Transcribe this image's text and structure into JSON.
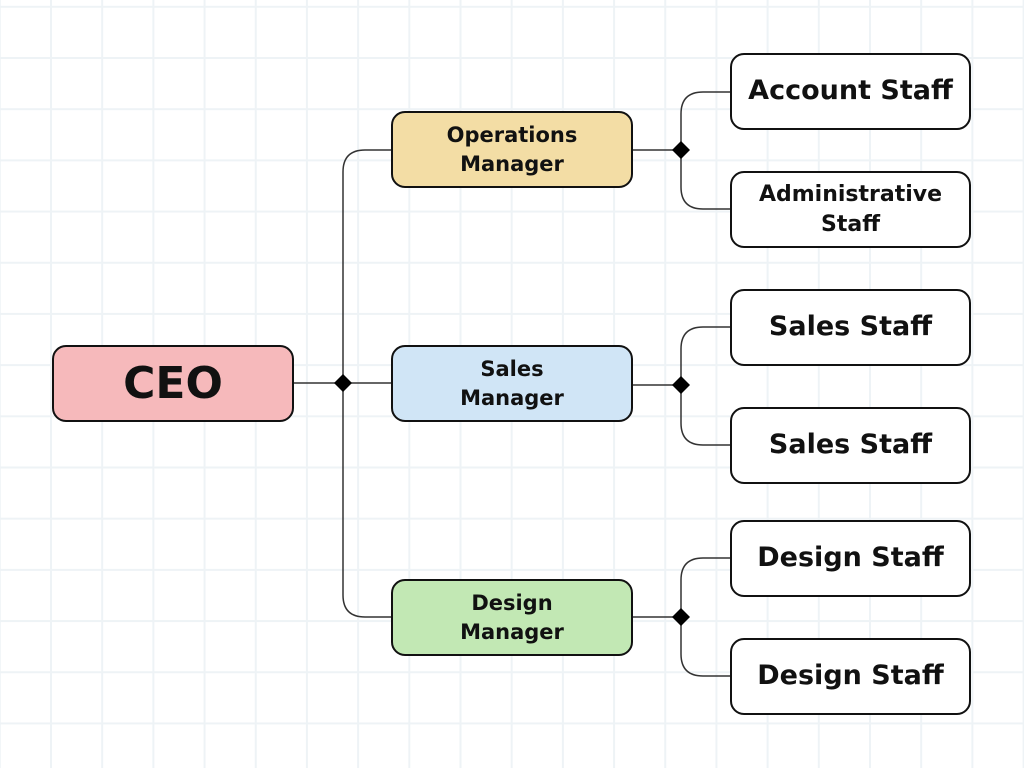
{
  "ceo": {
    "label": "CEO",
    "color": "#f6b9bb"
  },
  "managers": [
    {
      "label": "Operations Manager",
      "color": "#f3dda5",
      "staff": [
        "Account Staff",
        "Administrative Staff"
      ]
    },
    {
      "label": "Sales Manager",
      "color": "#d0e5f6",
      "staff": [
        "Sales Staff",
        "Sales Staff"
      ]
    },
    {
      "label": "Design Manager",
      "color": "#c2e8b4",
      "staff": [
        "Design Staff",
        "Design Staff"
      ]
    }
  ]
}
